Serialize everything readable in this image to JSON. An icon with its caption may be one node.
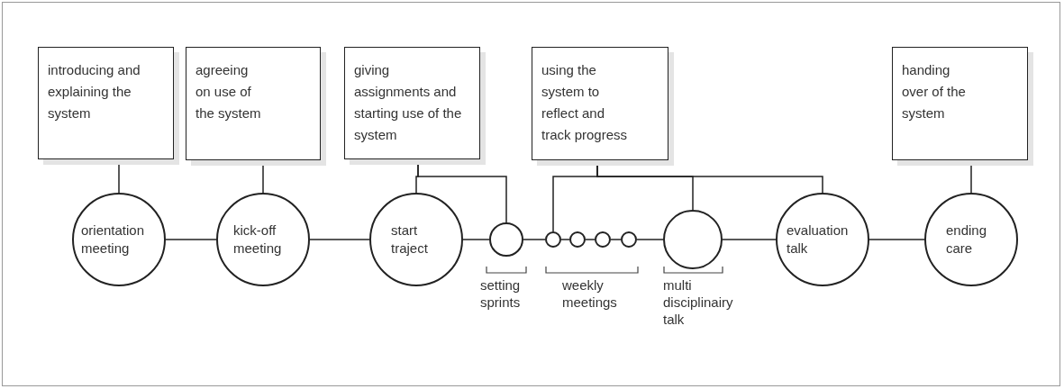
{
  "diagram": {
    "nodes": [
      {
        "text": [
          "introducing and explaining the system"
        ]
      },
      {
        "text": [
          "agreeing on use of the system"
        ]
      },
      {
        "text": [
          "giving assignments and starting use of the system"
        ]
      },
      {
        "text": [
          "using the system to reflect and track progress"
        ]
      },
      {
        "text": [
          "handing over of the system"
        ]
      },
      {
        "text": [
          "orientation meeting"
        ]
      },
      {
        "text": [
          "kick-off meeting"
        ]
      },
      {
        "text": [
          "start traject"
        ]
      },
      {
        "text": [],
        "shape": "circle"
      },
      {
        "text": [],
        "shape": "circle"
      },
      {
        "text": [],
        "shape": "circle"
      },
      {
        "text": [],
        "shape": "circle"
      },
      {
        "text": [],
        "shape": "circle"
      },
      {
        "text": [],
        "shape": "circle"
      },
      {
        "text": [
          "evaluation talk"
        ]
      },
      {
        "text": [
          "ending care"
        ]
      }
    ],
    "edges": [
      {
        "from": 0,
        "to": 5,
        "arrow": "none"
      },
      {
        "from": 1,
        "to": 6,
        "arrow": "none"
      },
      {
        "from": 2,
        "to": 7,
        "arrow": "none"
      },
      {
        "from": 2,
        "to": 8,
        "arrow": "none"
      },
      {
        "from": 3,
        "to": 9,
        "arrow": "none"
      },
      {
        "from": 3,
        "to": 13,
        "arrow": "none"
      },
      {
        "from": 3,
        "to": 14,
        "arrow": "none"
      },
      {
        "from": 4,
        "to": 15,
        "arrow": "none"
      },
      {
        "from": 5,
        "to": 6,
        "arrow": "none"
      },
      {
        "from": 6,
        "to": 7,
        "arrow": "none"
      },
      {
        "from": 7,
        "to": 8,
        "arrow": "none"
      },
      {
        "from": 8,
        "to": 9,
        "arrow": "none"
      },
      {
        "from": 9,
        "to": 10,
        "arrow": "none"
      },
      {
        "from": 10,
        "to": 11,
        "arrow": "none"
      },
      {
        "from": 11,
        "to": 12,
        "arrow": "none"
      },
      {
        "from": 12,
        "to": 13,
        "arrow": "none"
      },
      {
        "from": 13,
        "to": 14,
        "arrow": "none"
      },
      {
        "from": 14,
        "to": 15,
        "arrow": "none"
      }
    ],
    "labels": [
      "setting sprints",
      "weekly meetings",
      "multi disciplinairy talk"
    ]
  }
}
